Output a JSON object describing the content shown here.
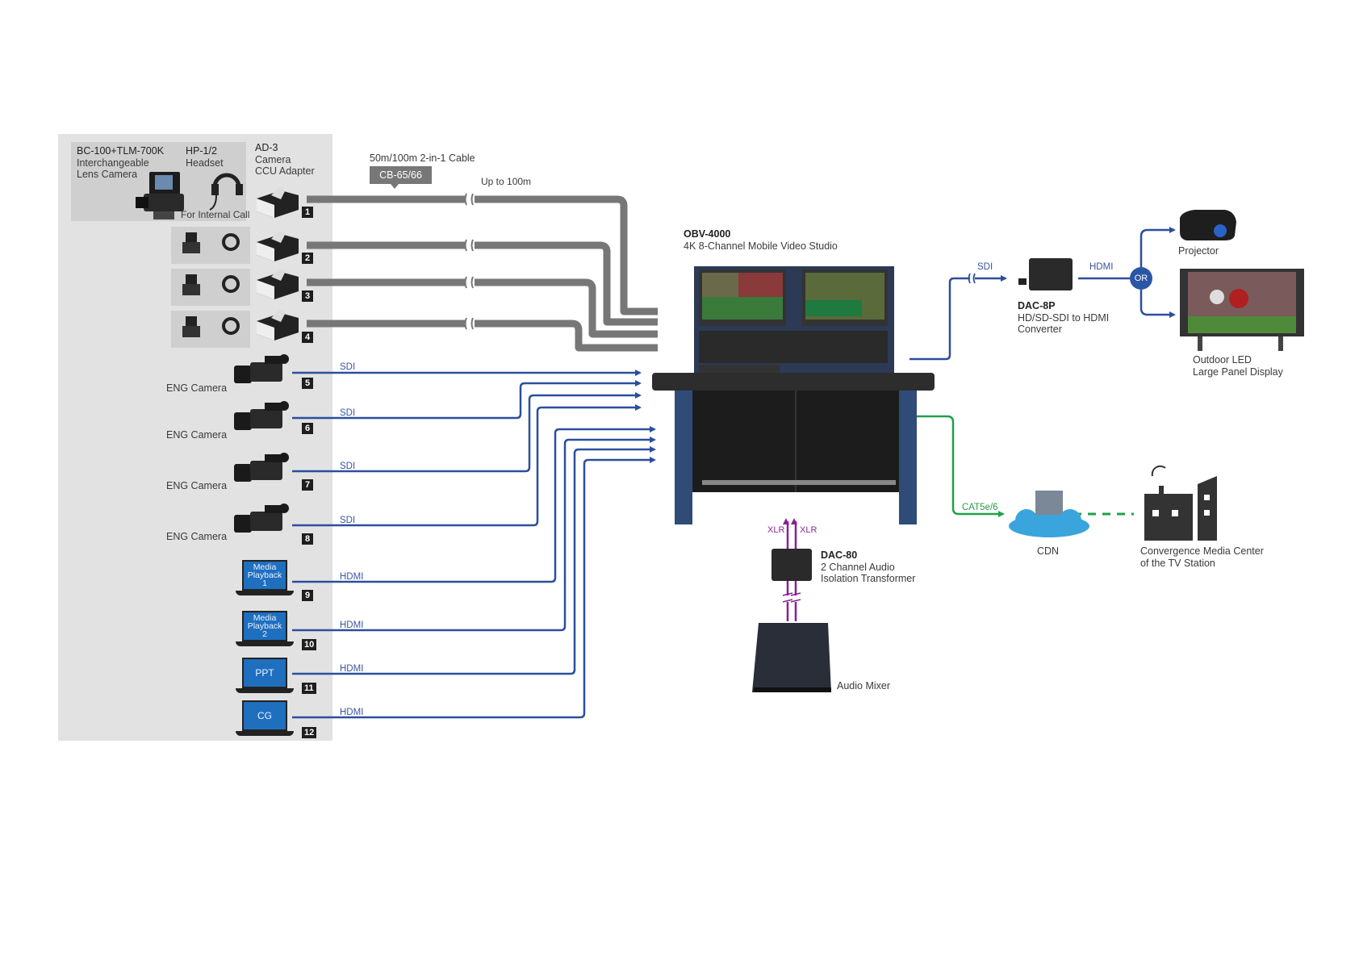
{
  "colors": {
    "sdi_hdmi_line": "#2b4f9e",
    "ccu_cable": "#777777",
    "cat5_line": "#21a04a",
    "xlr_line": "#8b1f96",
    "panel_bg": "#e2e2e2",
    "device_box_bg": "#cfcfcf",
    "or_badge": "#2b55a5",
    "laptop_screen": "#1f6fbf"
  },
  "source_panel": {
    "bc_camera": {
      "model": "BC-100+TLM-700K",
      "line1": "Interchangeable",
      "line2": "Lens Camera"
    },
    "headset": {
      "model": "HP-1/2",
      "line1": "Headset",
      "note": "For Internal Call"
    },
    "ccu_adapter": {
      "model": "AD-3",
      "line1": "Camera",
      "line2": "CCU Adapter"
    },
    "ccu_rows": [
      {
        "number": "1"
      },
      {
        "number": "2"
      },
      {
        "number": "3"
      },
      {
        "number": "4"
      }
    ],
    "eng_cameras": [
      {
        "label": "ENG Camera",
        "number": "5",
        "signal": "SDI"
      },
      {
        "label": "ENG Camera",
        "number": "6",
        "signal": "SDI"
      },
      {
        "label": "ENG Camera",
        "number": "7",
        "signal": "SDI"
      },
      {
        "label": "ENG Camera",
        "number": "8",
        "signal": "SDI"
      }
    ],
    "laptops": [
      {
        "screen_lines": [
          "Media",
          "Playback",
          "1"
        ],
        "number": "9",
        "signal": "HDMI"
      },
      {
        "screen_lines": [
          "Media",
          "Playback",
          "2"
        ],
        "number": "10",
        "signal": "HDMI"
      },
      {
        "screen_lines": [
          "PPT"
        ],
        "number": "11",
        "signal": "HDMI"
      },
      {
        "screen_lines": [
          "CG"
        ],
        "number": "12",
        "signal": "HDMI"
      }
    ]
  },
  "cable": {
    "title": "50m/100m 2-in-1 Cable",
    "tag": "CB-65/66",
    "distance": "Up to 100m"
  },
  "studio": {
    "model": "OBV-4000",
    "description": "4K 8-Channel Mobile Video Studio"
  },
  "outputs": {
    "sdi_label": "SDI",
    "hdmi_label": "HDMI",
    "or_label": "OR",
    "converter": {
      "model": "DAC-8P",
      "line1": "HD/SD-SDI to HDMI",
      "line2": "Converter"
    },
    "projector": {
      "label": "Projector"
    },
    "led_display": {
      "line1": "Outdoor LED",
      "line2": "Large Panel Display"
    },
    "cat_label": "CAT5e/6",
    "cdn": {
      "label": "CDN"
    },
    "media_center": {
      "line1": "Convergence Media Center",
      "line2": "of the TV Station"
    }
  },
  "audio": {
    "xlr_left": "XLR",
    "xlr_right": "XLR",
    "transformer": {
      "model": "DAC-80",
      "line1": "2 Channel Audio",
      "line2": "Isolation Transformer"
    },
    "mixer": {
      "label": "Audio Mixer"
    }
  }
}
